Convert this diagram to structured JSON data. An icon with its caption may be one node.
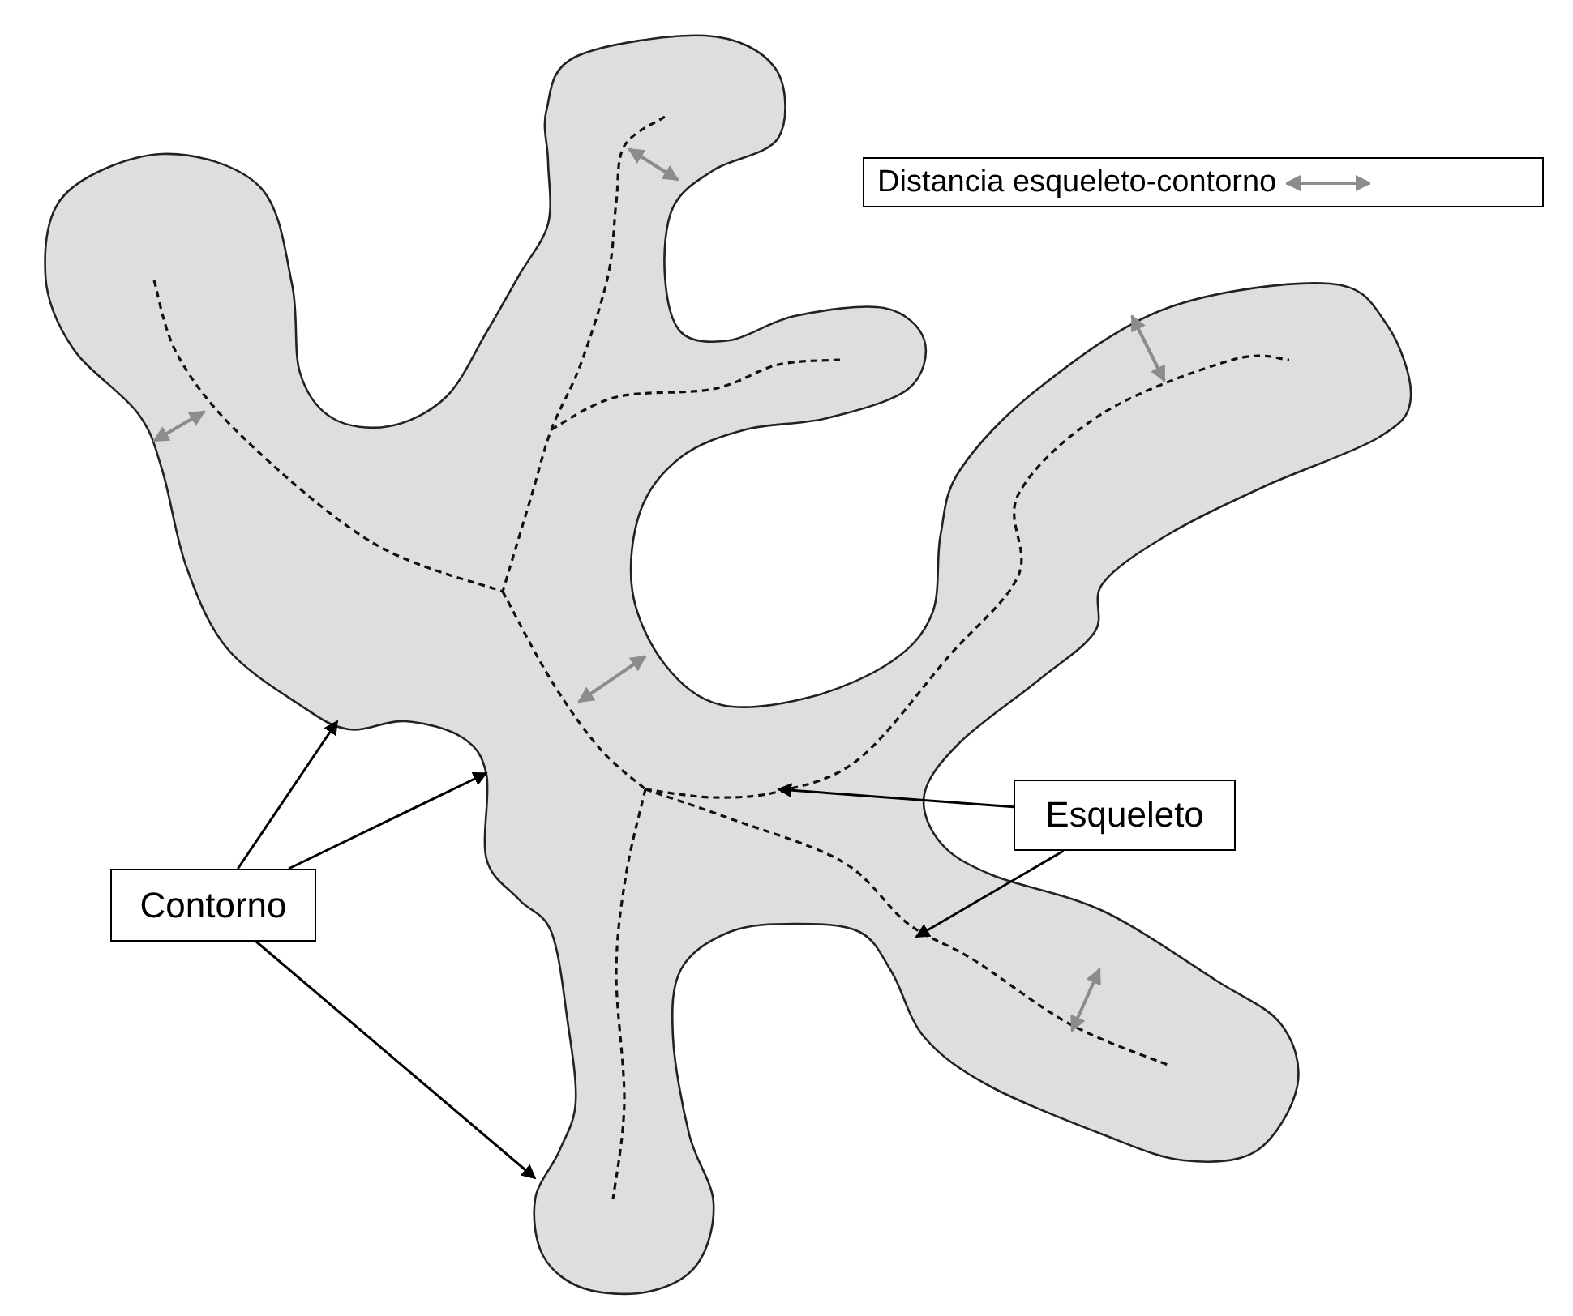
{
  "diagram": {
    "nodes": [
      {
        "text": [
          "Contorno"
        ]
      },
      {
        "text": [
          "Esqueleto"
        ]
      }
    ],
    "edges": [
      {
        "from": 0,
        "to": null,
        "arrow": "to"
      },
      {
        "from": 0,
        "to": null,
        "arrow": "to"
      },
      {
        "from": 0,
        "to": null,
        "arrow": "to"
      },
      {
        "from": 1,
        "to": null,
        "arrow": "to"
      },
      {
        "from": 1,
        "to": null,
        "arrow": "to"
      }
    ],
    "legend": [
      {
        "text": "Distancia esqueleto-contorno"
      }
    ]
  }
}
